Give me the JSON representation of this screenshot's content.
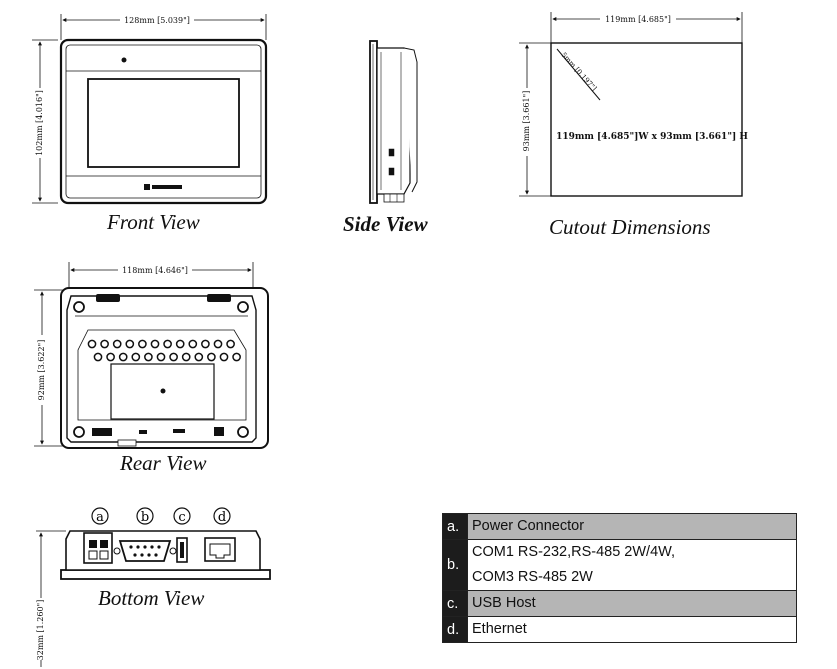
{
  "front_view": {
    "width_label": "128mm [5.039\"]",
    "height_label": "102mm [4.016\"]",
    "caption": "Front View"
  },
  "side_view": {
    "caption": "Side View"
  },
  "cutout": {
    "width_label": "119mm [4.685\"]",
    "height_label": "93mm [3.661\"]",
    "corner_label": "5mm [0.197\"]",
    "center_label": "119mm [4.685\"]W x 93mm [3.661\"] H",
    "caption": "Cutout Dimensions"
  },
  "rear_view": {
    "width_label": "118mm [4.646\"]",
    "height_label": "92mm [3.622\"]",
    "caption": "Rear View"
  },
  "bottom_view": {
    "height_label": "32mm [1.260\"]",
    "caption": "Bottom View",
    "port_markers": [
      "a",
      "b",
      "c",
      "d"
    ]
  },
  "legend": [
    {
      "key": "a.",
      "lines": [
        "Power Connector"
      ],
      "shaded": true
    },
    {
      "key": "b.",
      "lines": [
        "COM1 RS-232,RS-485 2W/4W,",
        "COM3 RS-485 2W"
      ],
      "shaded": false
    },
    {
      "key": "c.",
      "lines": [
        "USB Host"
      ],
      "shaded": true
    },
    {
      "key": "d.",
      "lines": [
        "Ethernet"
      ],
      "shaded": false
    }
  ]
}
